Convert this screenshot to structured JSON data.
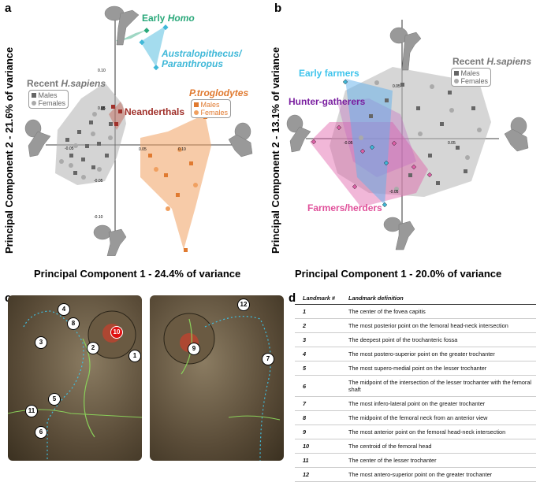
{
  "panels": {
    "a": {
      "letter": "a",
      "xlabel": "Principal Component 1 - 24.4% of variance",
      "ylabel": "Principal Component 2 - 21.6% of variance"
    },
    "b": {
      "letter": "b",
      "xlabel": "Principal Component 1 - 20.0% of variance",
      "ylabel": "Principal Component 2 - 13.1% of variance"
    },
    "c": {
      "letter": "c"
    },
    "d": {
      "letter": "d"
    }
  },
  "panel_a_labels": {
    "early_homo_prefix": "Early ",
    "early_homo_italic": "Homo",
    "australo_line1": "Australopithecus/",
    "australo_line2": "Paranthropus",
    "recent_prefix": "Recent ",
    "recent_italic": "H.sapiens",
    "neanderthals": "Neanderthals",
    "ptrog": "P.troglodytes",
    "males": "Males",
    "females": "Females",
    "ticks": {
      "x_neg": "-0.05",
      "x_p05": "0.05",
      "x_p10": "0.10",
      "y_p10": "0.10",
      "y_p05": "0.05",
      "y_n05": "-0.05",
      "y_n10": "-0.10"
    }
  },
  "panel_b_labels": {
    "early_farmers": "Early farmers",
    "hunter_gatherers": "Hunter-gatherers",
    "farmers_herders": "Farmers/herders",
    "recent_prefix": "Recent ",
    "recent_italic": "H.sapiens",
    "males": "Males",
    "females": "Females",
    "ticks": {
      "x_neg": "-0.05",
      "x_pos": "0.05",
      "y_pos": "0.05",
      "y_neg": "-0.05"
    }
  },
  "landmarks": [
    {
      "n": "1",
      "text": "The center of the fovea capitis"
    },
    {
      "n": "2",
      "text": "The most posterior point on the femoral head-neck intersection"
    },
    {
      "n": "3",
      "text": "The deepest point of the trochanteric fossa"
    },
    {
      "n": "4",
      "text": "The most postero-superior point on the greater trochanter"
    },
    {
      "n": "5",
      "text": "The most supero-medial point on the lesser trochanter"
    },
    {
      "n": "6",
      "text": "The midpoint of the intersection of the lesser trochanter with the femoral shaft"
    },
    {
      "n": "7",
      "text": "The most infero-lateral point on the greater trochanter"
    },
    {
      "n": "8",
      "text": "The midpoint of the femoral neck from an anterior view"
    },
    {
      "n": "9",
      "text": "The most anterior point on the femoral head-neck intersection"
    },
    {
      "n": "10",
      "text": "The centroid of the femoral head"
    },
    {
      "n": "11",
      "text": "The center of the lesser trochanter"
    },
    {
      "n": "12",
      "text": "The most antero-superior point on the greater trochanter"
    }
  ],
  "table_headers": {
    "col1": "Landmark #",
    "col2": "Landmark definition"
  },
  "bone_markers_left": [
    "4",
    "8",
    "3",
    "10",
    "2",
    "1",
    "5",
    "11",
    "6"
  ],
  "bone_markers_right": [
    "12",
    "9",
    "7"
  ],
  "colors": {
    "homo": "#2aa87a",
    "australo": "#3fb8d8",
    "neander": "#a0302a",
    "ptrog": "#e8873a",
    "sapiens": "#888888",
    "early_farmers": "#3fc4ec",
    "hunter": "#7a1fa0",
    "farmers": "#e0509a"
  }
}
